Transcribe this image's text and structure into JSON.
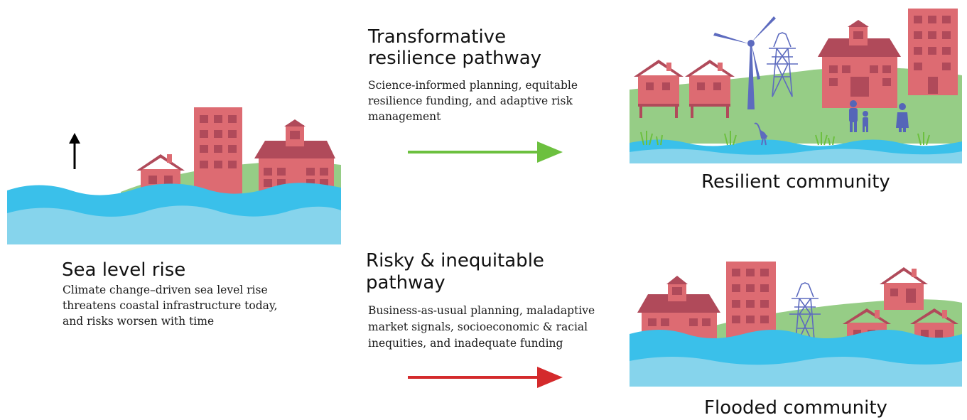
{
  "colors": {
    "water_dark": "#3ac0ea",
    "water_light": "#86d4ec",
    "land": "#96cd86",
    "building": "#dd6b72",
    "roof": "#b04a5a",
    "window": "#b04a5a",
    "tower": "#5d6bbf",
    "people": "#5566b8",
    "arrow_good": "#6cc03f",
    "arrow_bad": "#d42a2c"
  },
  "sea_level": {
    "title": "Sea level rise",
    "description_lines": [
      "Climate change–driven sea level rise",
      "threatens coastal infrastructure today,",
      "and risks worsen with time"
    ],
    "indicator_icon": "up-arrow-icon"
  },
  "transformative": {
    "title_lines": [
      "Transformative",
      "resilience pathway"
    ],
    "description_lines": [
      "Science-informed planning, equitable",
      "resilience funding, and adaptive risk",
      "management"
    ]
  },
  "risky": {
    "title_lines": [
      "Risky & inequitable",
      "pathway"
    ],
    "description_lines": [
      "Business-as-usual planning, maladaptive",
      "market signals, socioeconomic & racial",
      "inequities, and inadequate funding"
    ]
  },
  "outcomes": {
    "resilient": "Resilient community",
    "flooded": "Flooded community"
  }
}
